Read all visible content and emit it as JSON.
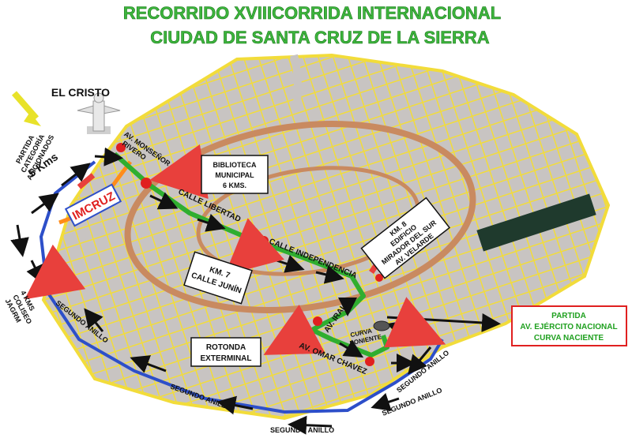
{
  "title": {
    "line1": "RECORRIDO XVIIICORRIDA INTERNACIONAL",
    "line2": "CIUDAD DE SANTA CRUZ DE LA SIERRA"
  },
  "labels": {
    "el_cristo": "EL CRISTO",
    "partida_cat_1": "PARTIDA",
    "partida_cat_2": "CATEGORÍA",
    "partida_cat_3": "AFICIONADOS",
    "five_kms": "5 Kms",
    "imcruz": "IMCRUZ",
    "av_monsenor": "AV. MONSEÑOR",
    "rivero": "RIVERO",
    "calle_libertad": "CALLE LIBERTAD",
    "calle_independencia": "CALLE INDEPENDENCIA",
    "av_irala": "AV. IRALA",
    "av_omar_chavez": "AV. OMAR CHAVEZ",
    "curva_1": "CURVA",
    "curva_2": "PONIENTE",
    "coliseo_1": "4 KMS",
    "coliseo_2": "COLISEO",
    "coliseo_3": "JAGRM",
    "segundo_anillo": "SEGUNDO ANILLO"
  },
  "boxes": {
    "biblioteca": [
      "BIBLIOTECA",
      "MUNICIPAL",
      "6 KMS."
    ],
    "km7": [
      "KM. 7",
      "CALLE JUNÍN"
    ],
    "km8": [
      "KM. 8",
      "EDIFICIO",
      "MIRADOR DEL SUR",
      "AV. VELARDE"
    ],
    "rotonda": [
      "ROTONDA",
      "EXTERMINAL"
    ],
    "partida_ejercito": [
      "PARTIDA",
      "AV. EJÉRCITO NACIONAL",
      "CURVA NACIENTE"
    ]
  },
  "colors": {
    "map_bg": "#c8c4c2",
    "streets": "#f2dc3a",
    "outer_ring": "#2d4fc9",
    "inner_ring": "#c98a60",
    "route": "#2fae2f",
    "marker": "#e02020",
    "arrow_red": "#e8403c",
    "partida_text": "#1fa01f"
  }
}
